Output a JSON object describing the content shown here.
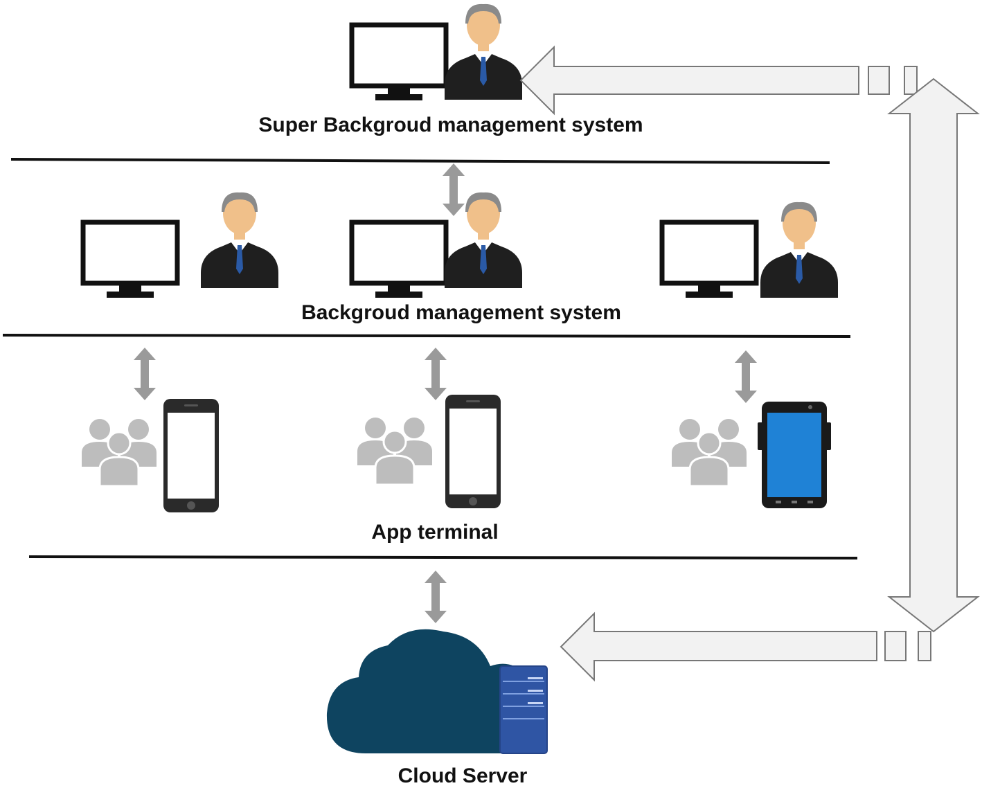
{
  "labels": {
    "super": "Super Backgroud management system",
    "background": "Backgroud management system",
    "app": "App terminal",
    "cloud": "Cloud Server"
  },
  "colors": {
    "monitor": "#111111",
    "suit": "#1f1f1f",
    "skin": "#f0c08a",
    "hair": "#8a8a8a",
    "tie": "#2a5aa6",
    "arrow_gray": "#9a9a9a",
    "users_gray": "#bdbdbd",
    "tablet_screen": "#1f82d6",
    "cloud": "#0e4460",
    "server": "#2f55a4",
    "outline_arrow": "#f2f2f2"
  },
  "icons": [
    "monitor-icon",
    "manager-icon",
    "users-group-icon",
    "smartphone-icon",
    "tablet-icon",
    "cloud-icon",
    "server-icon",
    "double-arrow-icon"
  ]
}
